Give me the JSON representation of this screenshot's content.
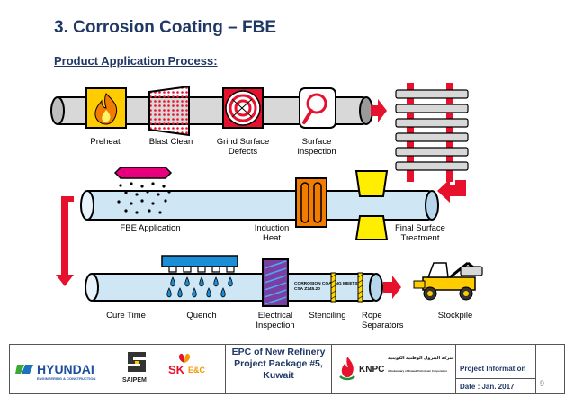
{
  "header": {
    "title": "3.   Corrosion Coating – FBE",
    "subtitle": "Product Application Process:"
  },
  "steps": {
    "preheat": "Preheat",
    "blast_clean": "Blast Clean",
    "grind_surface": [
      "Grind Surface",
      "Defects"
    ],
    "surface_inspection": [
      "Surface",
      "Inspection"
    ],
    "fbe_application": "FBE Application",
    "induction_heat": [
      "Induction",
      "Heat"
    ],
    "final_surface": [
      "Final Surface",
      "Treatment"
    ],
    "cure_time": "Cure Time",
    "quench": "Quench",
    "electrical_inspection": [
      "Electrical",
      "Inspection"
    ],
    "stenciling": "Stenciling",
    "rope_separators": [
      "Rope",
      "Separators"
    ],
    "stockpile": "Stockpile"
  },
  "stencil_text": [
    "CORROSION COATING MEETS",
    "CSA Z245.20"
  ],
  "footer": {
    "project_lines": [
      "EPC of New Refinery",
      "Project Package #5,",
      "Kuwait"
    ],
    "project_info_label": "Project Information",
    "date_label": "Date : Jan. 2017",
    "page_number": "9",
    "logos": {
      "hyundai": "HYUNDAI",
      "hyundai_sub": "ENGINEERING & CONSTRUCTION",
      "saipem": "SAIPEM",
      "sk": "SK",
      "sk_ec": "E&C",
      "knpc": "KNPC",
      "knpc_arabic": "شركة البترول الوطنية الكويتية",
      "knpc_sub": "A Subsidiary of Kuwait Petroleum Corporation"
    }
  },
  "colors": {
    "title": "#1f3864",
    "arrow": "#e8112d",
    "pipe_fill": "#d8d8d8",
    "coated_pipe": "#cfe6f5",
    "gold": "#ffd700"
  }
}
